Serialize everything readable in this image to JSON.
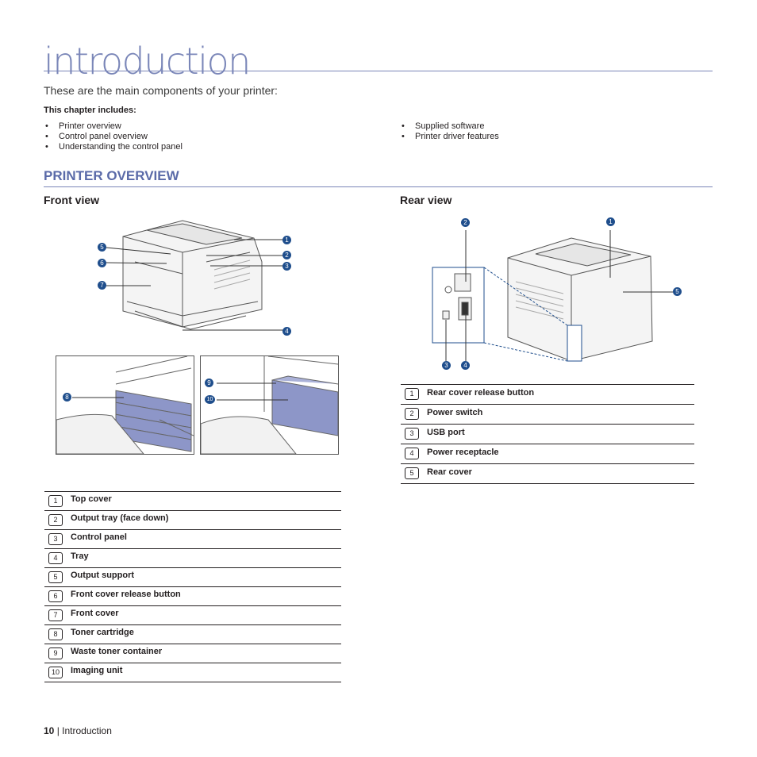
{
  "page": {
    "title": "introduction",
    "subtitle": "These are the main components of your printer:",
    "includes_label": "This chapter includes:",
    "list_left": [
      "Printer overview",
      "Control panel overview",
      "Understanding the control panel"
    ],
    "list_right": [
      "Supplied software",
      "Printer driver features"
    ],
    "section_title": "PRINTER OVERVIEW"
  },
  "front": {
    "heading": "Front view",
    "callouts": [
      "1",
      "2",
      "3",
      "4",
      "5",
      "6",
      "7",
      "8",
      "9",
      "10"
    ],
    "legend": [
      {
        "num": "1",
        "label": "Top cover"
      },
      {
        "num": "2",
        "label": "Output tray (face down)"
      },
      {
        "num": "3",
        "label": "Control panel"
      },
      {
        "num": "4",
        "label": "Tray"
      },
      {
        "num": "5",
        "label": "Output support"
      },
      {
        "num": "6",
        "label": "Front cover release button"
      },
      {
        "num": "7",
        "label": "Front cover"
      },
      {
        "num": "8",
        "label": "Toner cartridge"
      },
      {
        "num": "9",
        "label": "Waste toner container"
      },
      {
        "num": "10",
        "label": "Imaging unit"
      }
    ]
  },
  "rear": {
    "heading": "Rear view",
    "callouts": [
      "1",
      "2",
      "3",
      "4",
      "5"
    ],
    "legend": [
      {
        "num": "1",
        "label": "Rear cover release button"
      },
      {
        "num": "2",
        "label": "Power switch"
      },
      {
        "num": "3",
        "label": "USB port"
      },
      {
        "num": "4",
        "label": "Power receptacle"
      },
      {
        "num": "5",
        "label": "Rear cover"
      }
    ]
  },
  "footer": {
    "page_number": "10",
    "separator": " | ",
    "chapter": "Introduction"
  },
  "colors": {
    "accent": "#7a86b8",
    "heading": "#5a6aa8",
    "callout": "#1f4e8c",
    "toner": "#8d96c8"
  }
}
